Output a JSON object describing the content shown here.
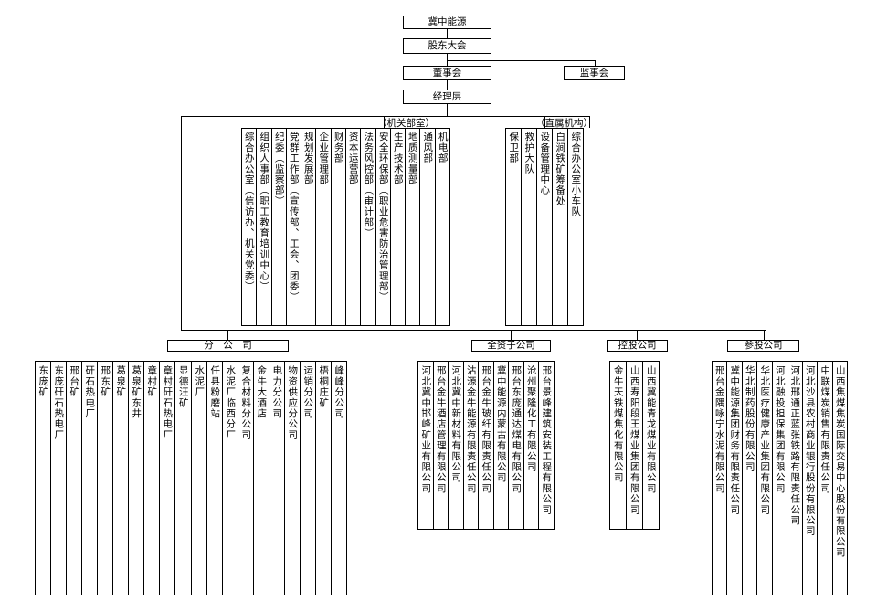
{
  "top": {
    "company": "冀中能源",
    "shareholders": "股东大会",
    "board": "董事会",
    "supervisors": "监事会",
    "management": "经理层"
  },
  "organs": {
    "label": "（机关部室）",
    "items": [
      "综合办公室（信访办、机关党委）",
      "组织人事部（职工教育培训中心）",
      "纪委（监察部）",
      "党群工作部（宣传部、工会、团委）",
      "规划发展部",
      "企业管理部",
      "财务部",
      "资本运营部",
      "法务风控部（审计部）",
      "安全环保部（职业危害防治管理部）",
      "生产技术部",
      "地质测量部",
      "通风部",
      "机电部"
    ]
  },
  "direct": {
    "label": "（直属机构）",
    "items": [
      "保卫部",
      "救护大队",
      "设备管理中心",
      "白涧铁矿筹备处",
      "综合办公室小车队"
    ]
  },
  "branches": {
    "label": "分　公　司",
    "items": [
      "东庞矿",
      "东庞矸石热电厂",
      "邢台矿",
      "矸石热电厂",
      "邢东矿",
      "葛泉矿",
      "葛泉矿东井",
      "章村矿",
      "章村矸石热电厂",
      "显德汪矿",
      "水泥厂",
      "任县粉磨站",
      "水泥厂临西分厂",
      "复合材料分公司",
      "金牛大酒店",
      "电力分公司",
      "物资供应分公司",
      "运销分公司",
      "梧桐庄矿",
      "峰峰分公司"
    ]
  },
  "wholly": {
    "label": "全资子公司",
    "items": [
      "河北冀中邯峰矿业有限公司",
      "邢台金牛酒店管理有限公司",
      "河北冀中新材料有限公司",
      "沽源金牛能源有限责任公司",
      "邢台金牛玻纤有限责任公司",
      "冀中能源内蒙古有限公司",
      "邢台东庞通达煤电有限公司",
      "沧州聚隆化工有限公司",
      "邢台景峰建筑安装工程有限公司"
    ]
  },
  "holding": {
    "label": "控股公司",
    "items": [
      "金牛天铁煤焦化有限公司",
      "山西寿阳段王煤业集团有限公司",
      "山西冀能青龙煤业有限公司"
    ]
  },
  "equity": {
    "label": "参股公司",
    "items": [
      "邢台金隅咏宁水泥有限公司",
      "冀中能源集团财务有限责任公司",
      "华北制药股份有限公司",
      "华北医疗健康产业集团有限公司",
      "河北融投担保集团有限公司",
      "河北邢通正蓝张铁路有限责任公司",
      "河北沙县农村商业银行股份有限公司",
      "中联煤炭销售有限责任公司",
      "山西焦煤焦炭国际交易中心股份有限公司"
    ]
  }
}
